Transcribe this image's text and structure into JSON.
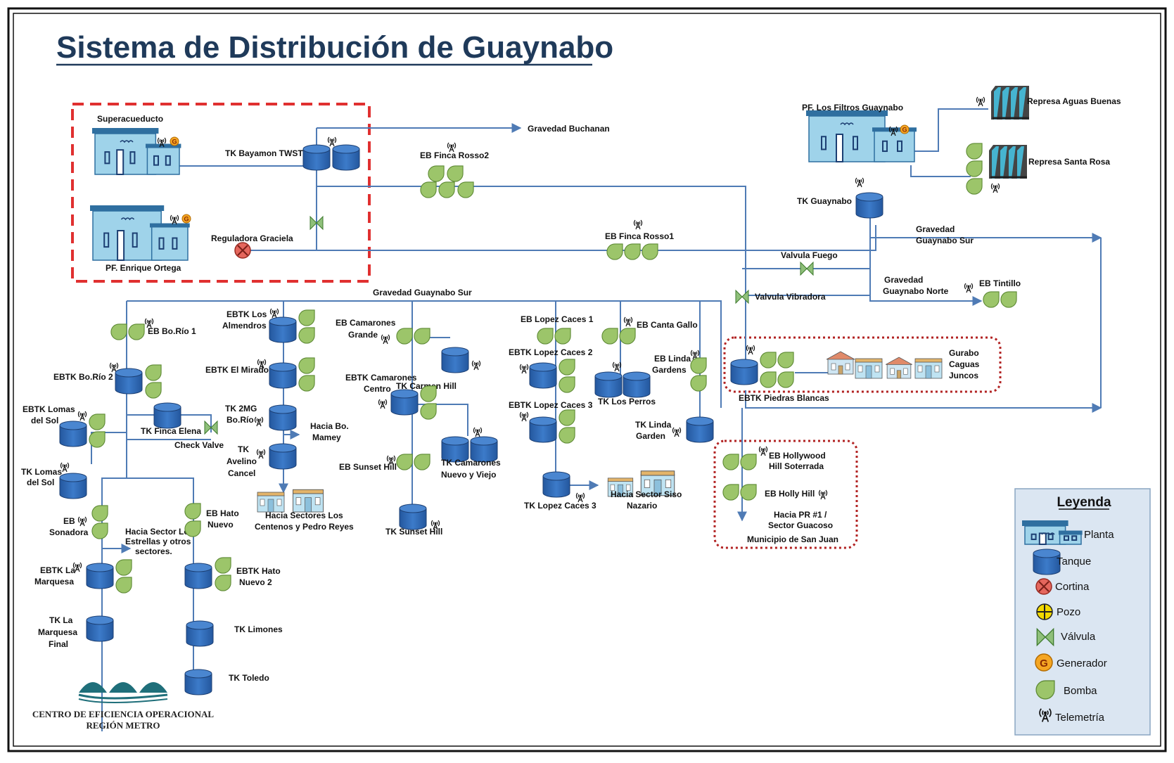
{
  "title": "Sistema de Distribución de Guaynabo",
  "colors": {
    "pipe": "#4f7bb5",
    "tank": "#2f65b0",
    "pump": "#9cc56a",
    "plant": "#9fd3ea",
    "red_box": "#e03030",
    "dotted_box": "#b22222",
    "title": "#1f3a5a",
    "legend_bg": "#dbe6f2"
  },
  "labels": {
    "superacueducto": "Superacueducto",
    "pf_enrique_ortega": "PF. Enrique Ortega",
    "tk_bayamon_twst": "TK Bayamon TWST",
    "reguladora_graciela": "Reguladora Graciela",
    "gravedad_buchanan": "Gravedad Buchanan",
    "eb_finca_rosso2": "EB Finca Rosso2",
    "eb_finca_rosso1": "EB Finca Rosso1",
    "pf_los_filtros": "PF. Los Filtros Guaynabo",
    "represa_aguas_buenas": "Represa Aguas Buenas",
    "represa_santa_rosa": "Represa Santa Rosa",
    "tk_guaynabo": "TK Guaynabo",
    "gravedad_guaynabo_sur_right_1": "Gravedad",
    "gravedad_guaynabo_sur_right_2": "Guaynabo Sur",
    "valvula_fuego": "Valvula Fuego",
    "gravedad_guaynabo_norte_1": "Gravedad",
    "gravedad_guaynabo_norte_2": "Guaynabo Norte",
    "eb_tintillo": "EB Tintillo",
    "valvula_vibradora": "Valvula Vibradora",
    "gravedad_guaynabo_sur": "Gravedad Guaynabo Sur",
    "eb_bo_rio_1": "EB Bo.Río 1",
    "ebtk_bo_rio_2": "EBTK Bo.Río 2",
    "ebtk_lomas_1": "EBTK Lomas",
    "ebtk_lomas_2": "del Sol",
    "tk_lomas_1": "TK Lomas",
    "tk_lomas_2": "del Sol",
    "tk_finca_elena": "TK Finca Elena",
    "check_valve": "Check Valve",
    "eb_sonadora_1": "EB",
    "eb_sonadora_2": "Sonadora",
    "hacia_estrellas_1": "Hacia Sector Los",
    "hacia_estrellas_2": "Estrellas y otros",
    "hacia_estrellas_3": "sectores.",
    "ebtk_la_marquesa_1": "EBTK La",
    "ebtk_la_marquesa_2": "Marquesa",
    "tk_la_marquesa_1": "TK La",
    "tk_la_marquesa_2": "Marquesa",
    "tk_la_marquesa_3": "Final",
    "eb_hato_nuevo_1": "EB Hato",
    "eb_hato_nuevo_2": "Nuevo",
    "ebtk_hato_nuevo_2_1": "EBTK Hato",
    "ebtk_hato_nuevo_2_2": "Nuevo 2",
    "tk_limones": "TK Limones",
    "tk_toledo": "TK Toledo",
    "ebtk_los_almendros_1": "EBTK Los",
    "ebtk_los_almendros_2": "Almendros",
    "ebtk_el_mirador": "EBTK El Mirador",
    "tk_2mg_1": "TK 2MG",
    "tk_2mg_2": "Bo.Río",
    "hacia_bo_mamey_1": "Hacia Bo.",
    "hacia_bo_mamey_2": "Mamey",
    "tk_avelino_1": "TK",
    "tk_avelino_2": "Avelino",
    "tk_avelino_3": "Cancel",
    "hacia_centenos_1": "Hacia Sectores Los",
    "hacia_centenos_2": "Centenos y Pedro Reyes",
    "eb_camarones_grande_1": "EB Camarones",
    "eb_camarones_grande_2": "Grande",
    "ebtk_camarones_centro_1": "EBTK Camarones",
    "ebtk_camarones_centro_2": "Centro",
    "tk_carmen_hill": "TK Carmen Hill",
    "eb_sunset_hill": "EB Sunset Hill",
    "tk_camarones_1": "TK Camarones",
    "tk_camarones_2": "Nuevo y Viejo",
    "tk_sunset_hill": "TK Sunset Hill",
    "eb_lopez_caces_1": "EB Lopez Caces 1",
    "ebtk_lopez_caces_2": "EBTK Lopez Caces 2",
    "ebtk_lopez_caces_3": "EBTK Lopez Caces 3",
    "tk_lopez_caces_3": "TK Lopez Caces 3",
    "hacia_siso_1": "Hacia Sector Siso",
    "hacia_siso_2": "Nazario",
    "eb_canta_gallo": "EB Canta Gallo",
    "tk_los_perros": "TK Los Perros",
    "eb_linda_gardens_1": "EB Linda",
    "eb_linda_gardens_2": "Gardens",
    "tk_linda_garden_1": "TK Linda",
    "tk_linda_garden_2": "Garden",
    "ebtk_piedras_blancas": "EBTK Piedras Blancas",
    "gurabo": "Gurabo",
    "caguas": "Caguas",
    "juncos": "Juncos",
    "eb_hollywood_1": "EB Hollywood",
    "eb_hollywood_2": "Hill Soterrada",
    "eb_holly_hill": "EB Holly Hill",
    "hacia_pr1_1": "Hacia PR #1 /",
    "hacia_pr1_2": "Sector Guacoso",
    "municipio_san_juan": "Municipio de San Juan"
  },
  "legend": {
    "title": "Leyenda",
    "planta": "Planta",
    "tanque": "Tanque",
    "cortina": "Cortina",
    "pozo": "Pozo",
    "valvula": "Válvula",
    "generador": "Generador",
    "bomba": "Bomba",
    "telemetria": "Telemetría",
    "generator_letter": "G"
  },
  "logo": {
    "line1": "CENTRO DE EFICIENCIA OPERACIONAL",
    "line2": "REGIÓN METRO"
  }
}
